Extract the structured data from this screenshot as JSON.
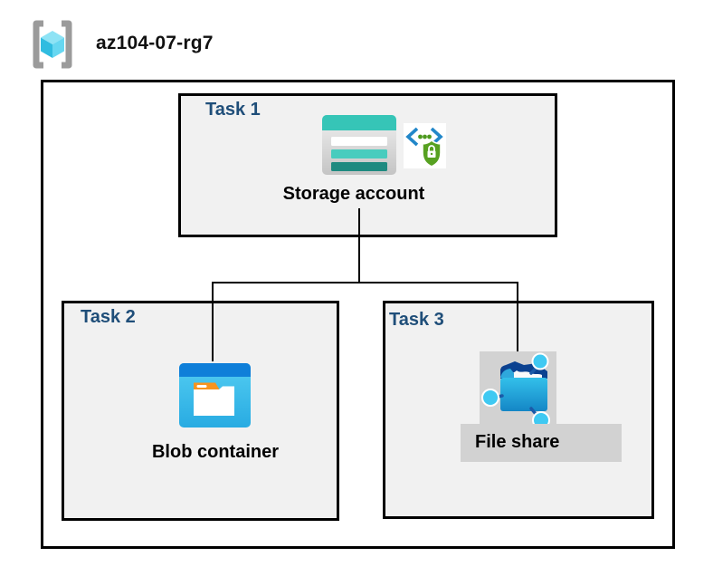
{
  "resource_group": {
    "name": "az104-07-rg7"
  },
  "tasks": [
    {
      "label": "Task 1",
      "resource": "Storage account",
      "icons": [
        "storage-account-icon",
        "secure-endpoint-icon"
      ]
    },
    {
      "label": "Task 2",
      "resource": "Blob container",
      "icons": [
        "blob-container-icon"
      ]
    },
    {
      "label": "Task 3",
      "resource": "File share",
      "icons": [
        "file-share-icon"
      ],
      "highlighted": true
    }
  ],
  "connections": [
    {
      "from": "Storage account",
      "to": "Blob container"
    },
    {
      "from": "Storage account",
      "to": "File share"
    }
  ],
  "colors": {
    "task_label_navy": "#1F4E79",
    "box_fill_gray": "#F1F1F1",
    "highlight_gray": "#D2D2D2",
    "storage_teal": "#36C5B7",
    "storage_teal_dark": "#1F8A80",
    "azure_blue": "#0F7FD9",
    "body_cyan": "#45C6EE",
    "folder_tab_orange": "#F7941E",
    "shield_green": "#57A121",
    "chevron_blue": "#2287C9",
    "rg_cube_cyan": "#67D7F1",
    "bracket_gray": "#9B9B9B",
    "connector_black": "#000000"
  }
}
